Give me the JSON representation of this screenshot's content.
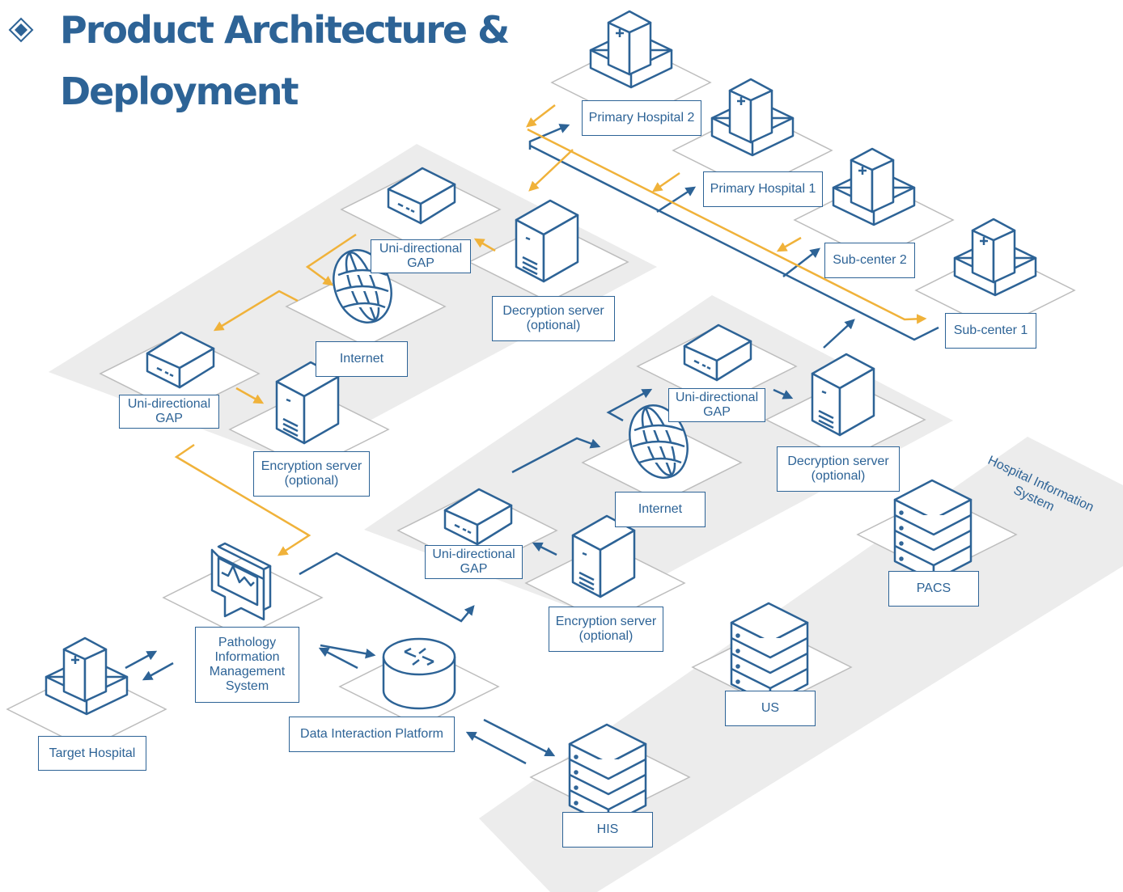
{
  "title": {
    "line1": "Product Architecture &",
    "line2": "Deployment"
  },
  "colors": {
    "primary": "#2d6396",
    "accent": "#f0b23a",
    "platform": "#ececec",
    "platform_edge": "#c8c8c8"
  },
  "icons": {
    "bullet": "diamond-icon",
    "hospital": "hospital-building-icon",
    "gap": "gap-box-icon",
    "server": "server-tower-icon",
    "internet": "globe-icon",
    "pims": "monitor-icon",
    "platform": "router-icon",
    "stack": "server-stack-icon"
  },
  "labels": {
    "primary_hospital_2": "Primary Hospital 2",
    "primary_hospital_1": "Primary Hospital 1",
    "sub_center_2": "Sub-center 2",
    "sub_center_1": "Sub-center 1",
    "gap_top": "Uni-directional\nGAP",
    "decryption_top": "Decryption server\n(optional)",
    "internet_top": "Internet",
    "gap_left": "Uni-directional\nGAP",
    "encryption_top": "Encryption server\n(optional)",
    "gap_mid_top": "Uni-directional\nGAP",
    "decryption_mid": "Decryption server\n(optional)",
    "internet_mid": "Internet",
    "gap_mid_left": "Uni-directional\nGAP",
    "encryption_mid": "Encryption server\n(optional)",
    "pims": "Pathology\nInformation\nManagement\nSystem",
    "target_hospital": "Target Hospital",
    "data_platform": "Data Interaction Platform",
    "his": "HIS",
    "us": "US",
    "pacs": "PACS",
    "his_zone": "Hospital Information\nSystem"
  }
}
